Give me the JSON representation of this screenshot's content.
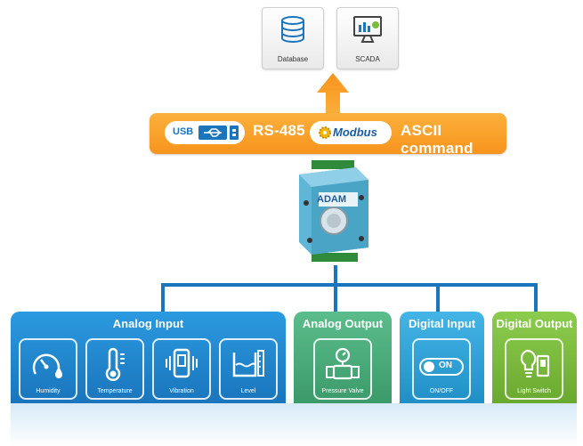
{
  "top_boxes": [
    {
      "label": "Database",
      "icon": "database-icon"
    },
    {
      "label": "SCADA",
      "icon": "scada-monitor-icon"
    }
  ],
  "protocol_bar": {
    "usb_label": "USB",
    "rs485_label": "RS-485",
    "modbus_label": "Modbus",
    "ascii_label": "ASCII command"
  },
  "device": {
    "brand": "ADAM"
  },
  "panels": [
    {
      "title": "Analog Input",
      "color": "#1f8ad1",
      "items": [
        {
          "label": "Humidity",
          "icon": "humidity-gauge-icon"
        },
        {
          "label": "Temperature",
          "icon": "thermometer-icon"
        },
        {
          "label": "Vibration",
          "icon": "vibration-icon"
        },
        {
          "label": "Level",
          "icon": "level-tank-icon"
        }
      ]
    },
    {
      "title": "Analog Output",
      "color": "#4aaa7a",
      "items": [
        {
          "label": "Pressure Valve",
          "icon": "pressure-valve-icon"
        }
      ]
    },
    {
      "title": "Digital Input",
      "color": "#2ba0d8",
      "items": [
        {
          "label": "ON/OFF",
          "icon": "toggle-switch-icon",
          "switch_text": "ON"
        }
      ]
    },
    {
      "title": "Digital Output",
      "color": "#7bbd3a",
      "items": [
        {
          "label": "Light Switch",
          "icon": "light-switch-icon"
        }
      ]
    }
  ],
  "colors": {
    "arrow": "#f7941d",
    "bus_line": "#1a75bc",
    "bar": "#f7941d"
  }
}
